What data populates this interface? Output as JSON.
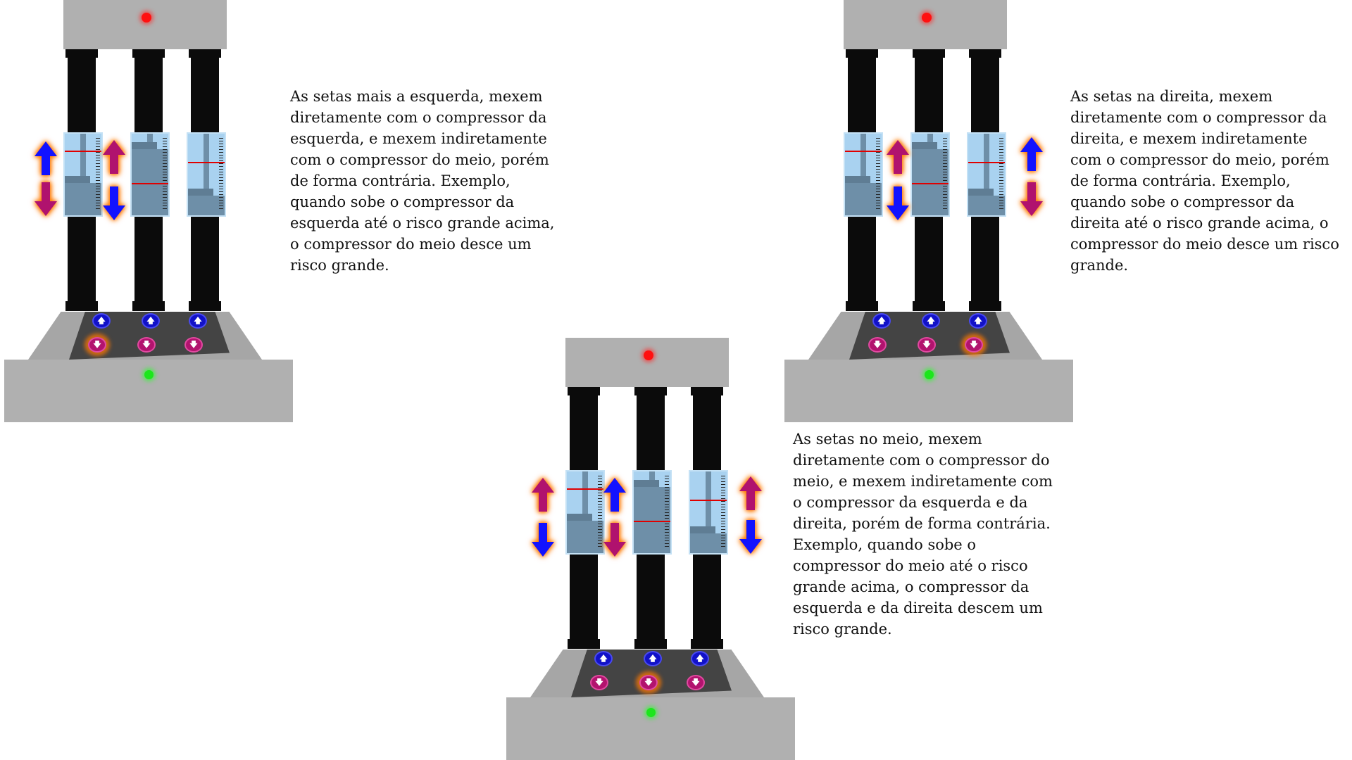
{
  "colors": {
    "up_arrow": "#1212ff",
    "down_arrow": "#b0126e",
    "glow": "#ff7a00",
    "status_led_top": "#ff1010",
    "status_led_bottom": "#1ce61c"
  },
  "icons": {
    "up_button": "up-arrow-icon",
    "down_button": "down-arrow-icon"
  },
  "buttons": {
    "up_glyph": "🡅",
    "down_glyph": "🡇"
  },
  "descriptions": {
    "left": "As setas mais a esquerda, mexem\ndiretamente com o compressor da\nesquerda, e mexem indiretamente\ncom o compressor do meio, porém\nde forma contrária. Exemplo,\nquando sobe o compressor da\nesquerda até o risco grande acima,\no compressor do meio desce um\nrisco grande.",
    "right": "As setas na direita, mexem\ndiretamente com o compressor da\ndireita, e mexem indiretamente\ncom o compressor do meio, porém\nde forma contrária. Exemplo,\nquando sobe o compressor da\ndireita até o risco grande acima, o\ncompressor do meio desce um risco\ngrande.",
    "middle": "As setas no meio, mexem\ndiretamente com o compressor do\nmeio, e mexem indiretamente com\no compressor da esquerda e da\ndireita, porém de forma contrária.\nExemplo, quando sobe o\ncompressor do meio até o risco\ngrande acima, o compressor da\nesquerda e da direita descem um\nrisco grande."
  },
  "machines": [
    {
      "id": "left",
      "active_control": "left"
    },
    {
      "id": "right",
      "active_control": "right"
    },
    {
      "id": "middle",
      "active_control": "middle"
    }
  ]
}
